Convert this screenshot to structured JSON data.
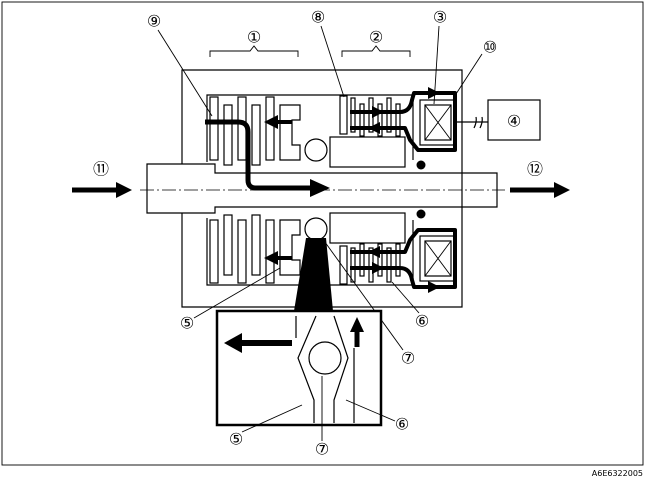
{
  "figure": {
    "callouts": {
      "c1": "①",
      "c2": "②",
      "c3": "③",
      "c4": "④",
      "c5": "⑤",
      "c6": "⑥",
      "c7": "⑦",
      "c8": "⑧",
      "c9": "⑨",
      "c10": "⑩",
      "c11": "⑪",
      "c12": "⑫"
    },
    "inset_callouts": {
      "c5": "⑤",
      "c6": "⑥",
      "c7": "⑦"
    },
    "code": "A6E6322005"
  },
  "colors": {
    "ink": "#000000",
    "paper": "#ffffff"
  }
}
